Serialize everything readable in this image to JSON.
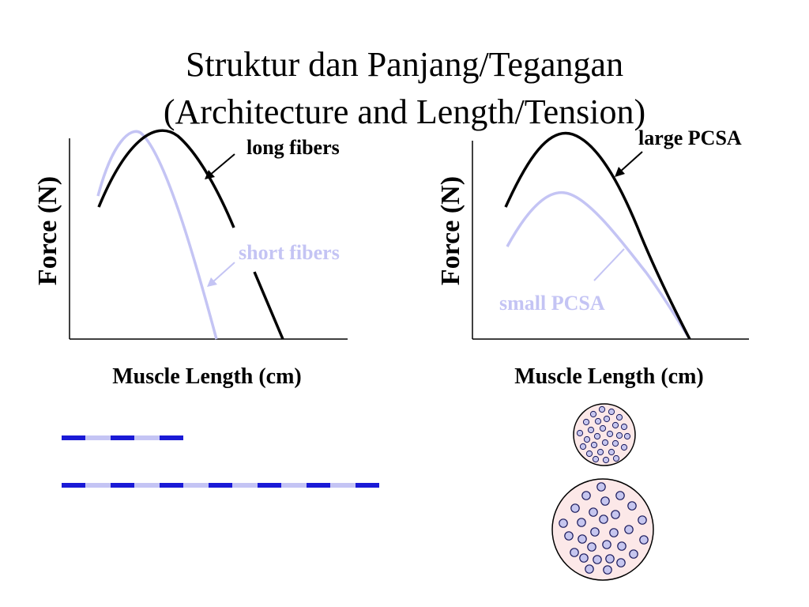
{
  "title": {
    "line1": "Struktur dan Panjang/Tegangan",
    "line2": "(Architecture and Length/Tension)"
  },
  "left_plot": {
    "ylabel": "Force (N)",
    "xlabel": "Muscle Length (cm)",
    "long_label": "long fibers",
    "short_label": "short fibers"
  },
  "right_plot": {
    "ylabel": "Force (N)",
    "xlabel": "Muscle Length (cm)",
    "large_label": "large PCSA",
    "small_label": "small PCSA"
  },
  "colors": {
    "dark": "#000000",
    "light": "#c4c4f4",
    "blue": "#1a1ad6",
    "circle_fill": "#fce8e8",
    "dot_fill": "#c6c6ef",
    "dot_stroke": "#1a1a5c"
  }
}
